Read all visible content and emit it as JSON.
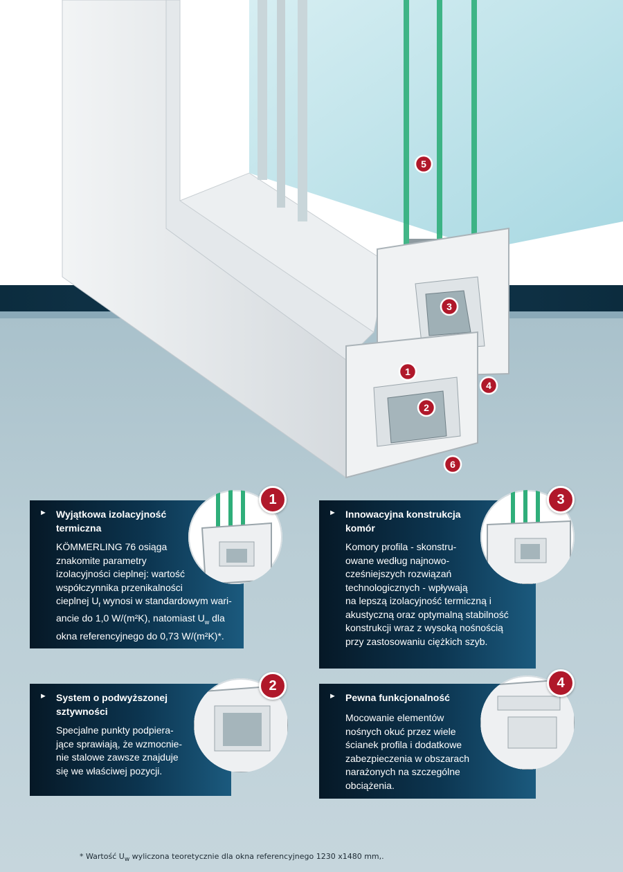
{
  "markers": [
    "1",
    "2",
    "3",
    "4",
    "5",
    "6"
  ],
  "panels": [
    {
      "num": "1",
      "title": "Wyjątkowa izolacyjność\ntermiczna",
      "body_parts": [
        "KÖMMERLING 76 osiąga\nznakomite parametry\nizolacyjności cieplnej: wartość\nwspółczynnika przenikalności\ncieplnej U",
        "f",
        " wynosi w standardowym wari-\nancie do 1,0 W/(m²K), natomiast U",
        "w",
        " dla\nokna referencyjnego do 0,73 W/(m²K)*."
      ]
    },
    {
      "num": "3",
      "title": "Innowacyjna konstrukcja\nkomór",
      "body": "Komory profila - skonstru-\nowane według  najnowo-\ncześniejszych rozwiązań\ntechnologicznych -  wpływają\nna lepszą izolacyjność termiczną i\nakustyczną oraz optymalną stabilność\nkonstrukcji wraz z wysoką  nośnością\nprzy zastosowaniu ciężkich szyb."
    },
    {
      "num": "2",
      "title": "System o podwyższonej\nsztywności",
      "body": "Specjalne punkty podpiera-\njące sprawiają, że wzmocnie-\nnie stalowe zawsze znajduje\nsię  we właściwej pozycji."
    },
    {
      "num": "4",
      "title": "Pewna funkcjonalność",
      "body": "Mocowanie elementów\nnośnych okuć  przez wiele\nścianek profila i dodatkowe\nzabezpieczenia w obszarach\nnarażonych na szczególne\nobciążenia."
    }
  ],
  "footnote_parts": [
    "* Wartość U",
    "w",
    " wyliczona teoretycznie dla okna referencyjnego 1230 x1480 mm,."
  ],
  "colors": {
    "accent_red": "#b0182a",
    "panel_dark": "#061826",
    "panel_blue": "#1b5a7e",
    "glass_green": "#2fae7a"
  }
}
